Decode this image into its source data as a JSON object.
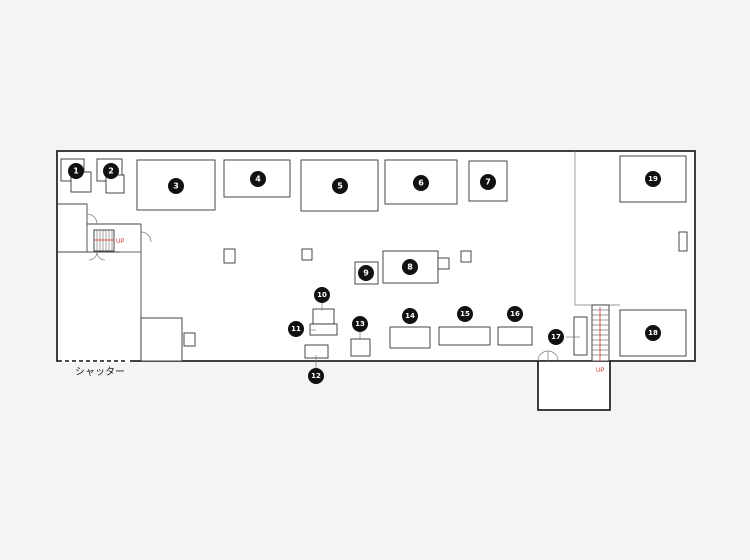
{
  "colors": {
    "background": "#f4f4f4",
    "wall": "#111111",
    "marker": "#111111",
    "stair_label": "#d12a2a"
  },
  "markers": [
    "1",
    "2",
    "3",
    "4",
    "5",
    "6",
    "7",
    "8",
    "9",
    "10",
    "11",
    "12",
    "13",
    "14",
    "15",
    "16",
    "17",
    "18",
    "19"
  ],
  "labels": {
    "shutter": "シャッター",
    "stairs_up": "UP"
  }
}
